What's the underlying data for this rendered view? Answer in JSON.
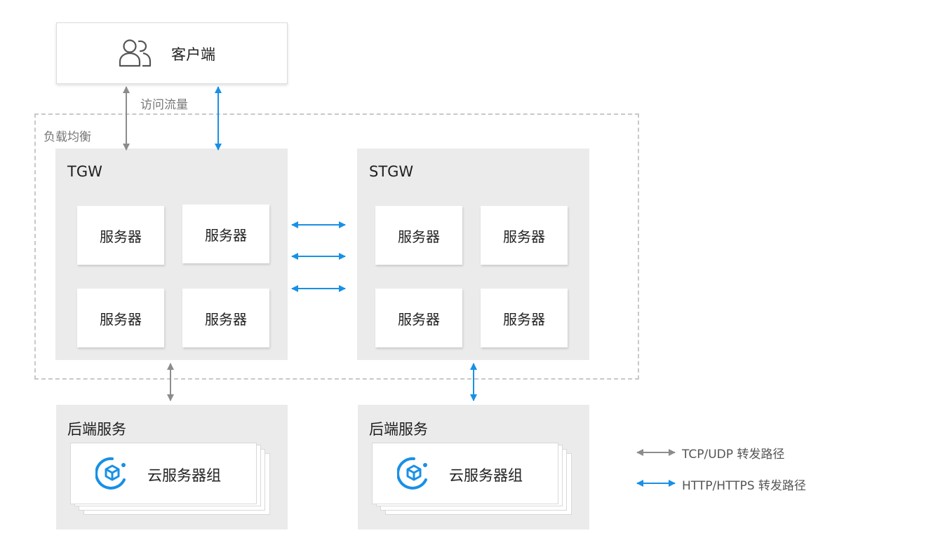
{
  "client": {
    "label": "客户端",
    "icon": "users-icon"
  },
  "traffic_label": "访问流量",
  "lb_label": "负载均衡",
  "clusters": [
    {
      "title": "TGW",
      "servers": [
        "服务器",
        "服务器",
        "服务器",
        "服务器"
      ]
    },
    {
      "title": "STGW",
      "servers": [
        "服务器",
        "服务器",
        "服务器",
        "服务器"
      ]
    }
  ],
  "backends": [
    {
      "title": "后端服务",
      "group_label": "云服务器组",
      "icon": "cvm-group-icon"
    },
    {
      "title": "后端服务",
      "group_label": "云服务器组",
      "icon": "cvm-group-icon"
    }
  ],
  "legend": [
    {
      "label": "TCP/UDP 转发路径",
      "color": "#8c8c8c"
    },
    {
      "label": "HTTP/HTTPS 转发路径",
      "color": "#1890e6"
    }
  ],
  "colors": {
    "tcp_arrow": "#8c8c8c",
    "http_arrow": "#1890e6",
    "icon_blue": "#1890e6",
    "cluster_bg": "#ebebeb"
  }
}
